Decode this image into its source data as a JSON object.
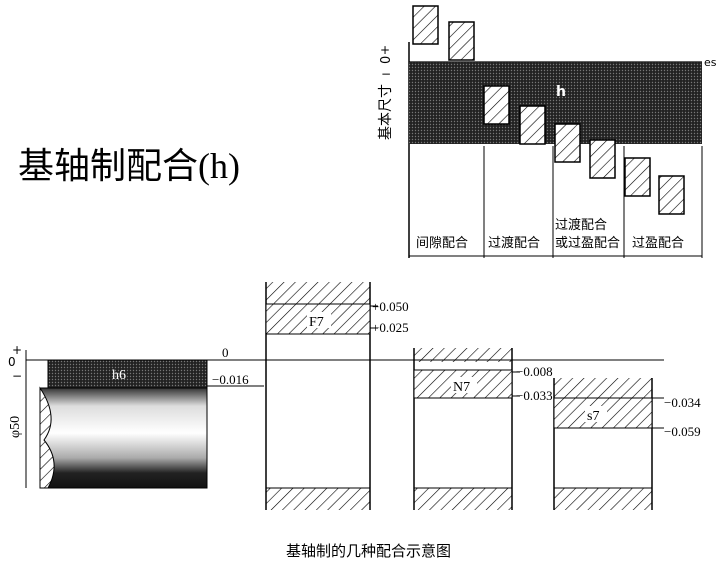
{
  "title": "基轴制配合(h)",
  "caption": "基轴制的几种配合示意图",
  "top_diagram": {
    "axis_label": "基本尺寸",
    "zero": "0",
    "plus": "+",
    "minus": "−",
    "es_label": "es",
    "shaft_label": "h",
    "regions": [
      "间隙配合",
      "过渡配合",
      "过渡配合",
      "或过盈配合",
      "过盈配合"
    ]
  },
  "bottom_diagram": {
    "diameter": "φ50",
    "zero": "0",
    "plus": "+",
    "minus": "−",
    "shaft": {
      "label": "h6",
      "upper": "0",
      "lower": "−0.016"
    },
    "holes": [
      {
        "label": "F7",
        "upper": "+0.050",
        "lower": "+0.025"
      },
      {
        "label": "N7",
        "upper": "−0.008",
        "lower": "−0.033"
      },
      {
        "label": "s7",
        "upper": "−0.034",
        "lower": "−0.059"
      }
    ]
  }
}
